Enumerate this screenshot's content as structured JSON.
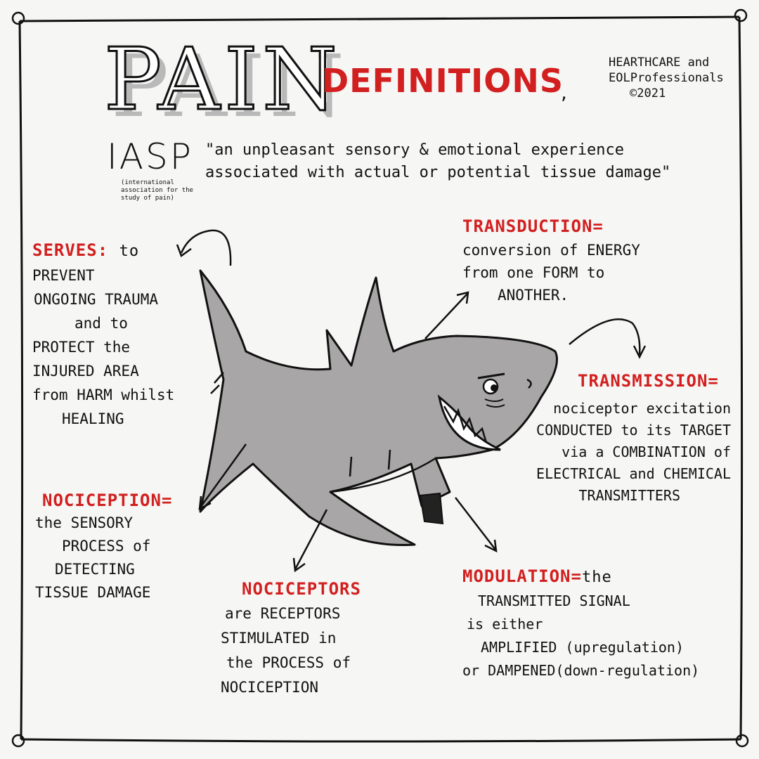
{
  "header": {
    "title_main": "PAIN",
    "title_sub": "DEFINITIONS",
    "title_comma": ",",
    "credit": [
      "HEARTHCARE and",
      "EOLProfessionals",
      "©2021"
    ]
  },
  "iasp": {
    "acronym": "IASP",
    "fullname": "(international association for the study of pain)",
    "quote_lines": [
      "\"an unpleasant sensory & emotional experience",
      "associated with actual or potential tissue damage\""
    ]
  },
  "serves": {
    "heading": "SERVES:",
    "heading_tail": "to",
    "lines": [
      "PREVENT",
      "ONGOING TRAUMA",
      "and to",
      "PROTECT the",
      "INJURED AREA",
      "from HARM whilst",
      "HEALING"
    ]
  },
  "transduction": {
    "heading": "TRANSDUCTION=",
    "lines": [
      "conversion of ENERGY",
      "from one FORM to",
      "ANOTHER."
    ]
  },
  "transmission": {
    "heading": "TRANSMISSION=",
    "lines": [
      "nociceptor excitation",
      "CONDUCTED to its TARGET",
      "via a COMBINATION of",
      "ELECTRICAL and CHEMICAL",
      "TRANSMITTERS"
    ]
  },
  "nociception": {
    "heading": "NOCICEPTION=",
    "lines": [
      "the SENSORY",
      "PROCESS of",
      "DETECTING",
      "TISSUE DAMAGE"
    ]
  },
  "nociceptors": {
    "heading": "NOCICEPTORS",
    "lines": [
      "are RECEPTORS",
      "STIMULATED in",
      "the PROCESS of",
      "NOCICEPTION"
    ]
  },
  "modulation": {
    "heading": "MODULATION=",
    "heading_tail": "the",
    "lines": [
      "TRANSMITTED SIGNAL",
      "is either",
      "AMPLIFIED (upregulation)",
      "or DAMPENED(down-regulation)"
    ]
  },
  "colors": {
    "accent": "#d21f1f",
    "ink": "#111111",
    "shark": "#a8a6a6",
    "paper": "#f6f6f4"
  }
}
